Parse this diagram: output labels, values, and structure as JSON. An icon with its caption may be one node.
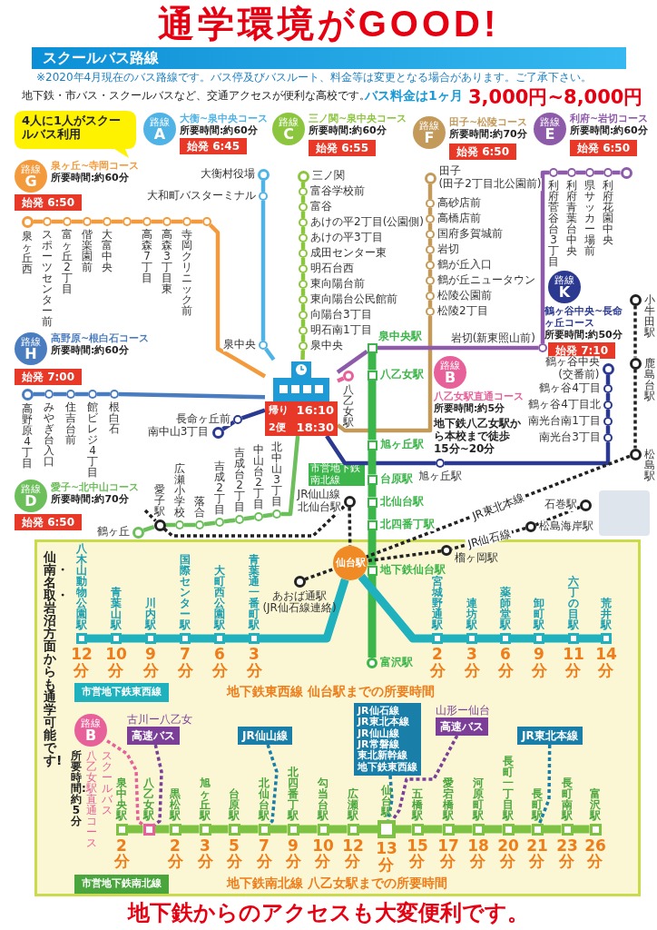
{
  "diagram": {
    "title": "通学環境がGOOD!",
    "caption": "地下鉄からのアクセスも大変便利です。",
    "nodes": [
      {
        "text": [
          "4人に1人がスクールバス利用"
        ]
      },
      {
        "text": [
          "路線",
          "G"
        ],
        "beside": [
          "泉ヶ丘~寺岡コース",
          "所要時間:約60分",
          "始発 6:50"
        ]
      },
      {
        "text": [
          "路線",
          "A"
        ],
        "beside": [
          "大衡~泉中央コース",
          "所要時間:約60分",
          "始発 6:45"
        ]
      },
      {
        "text": [
          "路線",
          "C"
        ],
        "beside": [
          "三ノ関~泉中央コース",
          "所要時間:約60分",
          "始発 6:55"
        ]
      },
      {
        "text": [
          "路線",
          "F"
        ],
        "beside": [
          "田子~松陵コース",
          "所要時間:約70分",
          "始発 6:50"
        ]
      },
      {
        "text": [
          "路線",
          "E"
        ],
        "beside": [
          "利府~岩切コース",
          "所要時間:約60分",
          "始発 6:50"
        ]
      },
      {
        "text": [
          "路線",
          "H"
        ],
        "beside": [
          "高野原~根白石コース",
          "所要時間:約60分",
          "始発 7:00"
        ]
      },
      {
        "text": [
          "路線",
          "K"
        ],
        "beside": [
          "鶴ヶ谷中央~長命ヶ丘コース",
          "所要時間:約50分",
          "始発 7:10"
        ]
      },
      {
        "text": [
          "路線",
          "D"
        ],
        "beside": [
          "愛子~北中山コース",
          "所要時間:約70分",
          "始発 6:50"
        ]
      },
      {
        "text": [
          "路線",
          "B"
        ],
        "beside": [
          "八乙女駅直通コース",
          "所要時間:約5分"
        ]
      },
      {
        "text": [
          "帰り",
          "2便",
          "16:10",
          "18:30"
        ]
      },
      {
        "text": [],
        "shape": "circle",
        "beside": [
          "泉ヶ丘西"
        ]
      },
      {
        "text": [],
        "shape": "circle",
        "beside": [
          "スポーツセンター前"
        ]
      },
      {
        "text": [],
        "shape": "circle",
        "beside": [
          "富ヶ丘2丁目"
        ]
      },
      {
        "text": [],
        "shape": "circle",
        "beside": [
          "偕楽園前"
        ]
      },
      {
        "text": [],
        "shape": "circle",
        "beside": [
          "大富中央"
        ]
      },
      {
        "text": [],
        "shape": "circle"
      },
      {
        "text": [],
        "shape": "circle",
        "beside": [
          "高森7丁目"
        ]
      },
      {
        "text": [],
        "shape": "circle",
        "beside": [
          "高森3丁目東"
        ]
      },
      {
        "text": [],
        "shape": "circle",
        "beside": [
          "寺岡クリニック前"
        ]
      },
      {
        "text": [],
        "shape": "circle"
      },
      {
        "text": [],
        "shape": "circle",
        "beside": [
          "大衡村役場"
        ]
      },
      {
        "text": [],
        "shape": "circle",
        "beside": [
          "大和町バスターミナル"
        ]
      },
      {
        "text": [],
        "shape": "circle",
        "beside": [
          "泉中央"
        ]
      },
      {
        "text": [],
        "shape": "circle",
        "beside": [
          "三ノ関"
        ]
      },
      {
        "text": [],
        "shape": "circle",
        "beside": [
          "富谷学校前"
        ]
      },
      {
        "text": [],
        "shape": "circle",
        "beside": [
          "富谷"
        ]
      },
      {
        "text": [],
        "shape": "circle",
        "beside": [
          "あけの平2丁目(公園側)"
        ]
      },
      {
        "text": [],
        "shape": "circle",
        "beside": [
          "あけの平3丁目"
        ]
      },
      {
        "text": [],
        "shape": "circle",
        "beside": [
          "成田センター東"
        ]
      },
      {
        "text": [],
        "shape": "circle",
        "beside": [
          "明石台西"
        ]
      },
      {
        "text": [],
        "shape": "circle",
        "beside": [
          "東向陽台前"
        ]
      },
      {
        "text": [],
        "shape": "circle",
        "beside": [
          "東向陽台公民館前"
        ]
      },
      {
        "text": [],
        "shape": "circle",
        "beside": [
          "向陽台3丁目"
        ]
      },
      {
        "text": [],
        "shape": "circle",
        "beside": [
          "明石南1丁目"
        ]
      },
      {
        "text": [],
        "shape": "circle",
        "beside": [
          "泉中央"
        ]
      },
      {
        "text": [],
        "shape": "circle",
        "beside": [
          "田子",
          "(田子2丁目北公園前)"
        ]
      },
      {
        "text": [],
        "shape": "circle",
        "beside": [
          "高砂店前"
        ]
      },
      {
        "text": [],
        "shape": "circle",
        "beside": [
          "高橋店前"
        ]
      },
      {
        "text": [],
        "shape": "circle",
        "beside": [
          "国府多賀城前"
        ]
      },
      {
        "text": [],
        "shape": "circle",
        "beside": [
          "岩切"
        ]
      },
      {
        "text": [],
        "shape": "circle",
        "beside": [
          "鶴が丘入口"
        ]
      },
      {
        "text": [],
        "shape": "circle",
        "beside": [
          "鶴が丘ニュータウン"
        ]
      },
      {
        "text": [],
        "shape": "circle",
        "beside": [
          "松陵公園前"
        ]
      },
      {
        "text": [],
        "shape": "circle",
        "beside": [
          "松陵2丁目"
        ]
      },
      {
        "text": [],
        "shape": "circle"
      },
      {
        "text": [],
        "shape": "circle",
        "beside": [
          "利府花園中央"
        ]
      },
      {
        "text": [],
        "shape": "circle",
        "beside": [
          "県サッカー場前"
        ]
      },
      {
        "text": [],
        "shape": "circle",
        "beside": [
          "利府青葉台中央"
        ]
      },
      {
        "text": [],
        "shape": "circle",
        "beside": [
          "利府菅谷台3丁目"
        ]
      },
      {
        "text": [],
        "shape": "circle",
        "beside": [
          "岩切(新東照山前)"
        ]
      },
      {
        "text": [],
        "shape": "circle",
        "beside": [
          "高野原4丁目"
        ]
      },
      {
        "text": [],
        "shape": "circle",
        "beside": [
          "みやぎ台入口"
        ]
      },
      {
        "text": [],
        "shape": "circle",
        "beside": [
          "住吉台前"
        ]
      },
      {
        "text": [],
        "shape": "circle",
        "beside": [
          "館ビレジ4丁目"
        ]
      },
      {
        "text": [],
        "shape": "circle",
        "beside": [
          "根白石"
        ]
      },
      {
        "text": [],
        "shape": "circle",
        "beside": [
          "鶴ヶ谷中央",
          "(交番前)"
        ]
      },
      {
        "text": [],
        "shape": "circle",
        "beside": [
          "鶴ヶ谷4丁目"
        ]
      },
      {
        "text": [],
        "shape": "circle",
        "beside": [
          "鶴ヶ谷4丁目北"
        ]
      },
      {
        "text": [],
        "shape": "circle",
        "beside": [
          "南光台南1丁目"
        ]
      },
      {
        "text": [],
        "shape": "circle",
        "beside": [
          "南光台3丁目"
        ]
      },
      {
        "text": [],
        "shape": "circle",
        "beside": [
          "旭ヶ丘駅"
        ]
      },
      {
        "text": [],
        "shape": "circle",
        "beside": [
          "長命ヶ丘前"
        ]
      },
      {
        "text": [],
        "shape": "circle",
        "beside": [
          "南中山3丁目"
        ]
      },
      {
        "text": [],
        "shape": "circle",
        "beside": [
          "鶴ヶ丘"
        ]
      },
      {
        "text": [],
        "shape": "circle",
        "beside": [
          "愛子駅"
        ]
      },
      {
        "text": [],
        "shape": "circle",
        "beside": [
          "広瀬小学校"
        ]
      },
      {
        "text": [],
        "shape": "circle",
        "beside": [
          "落合"
        ]
      },
      {
        "text": [],
        "shape": "circle",
        "beside": [
          "吉成2丁目"
        ]
      },
      {
        "text": [],
        "shape": "circle",
        "beside": [
          "吉成台2丁目"
        ]
      },
      {
        "text": [],
        "shape": "circle",
        "beside": [
          "中山台2丁目"
        ]
      },
      {
        "text": [],
        "shape": "circle",
        "beside": [
          "北中山3丁目"
        ]
      },
      {
        "text": [],
        "shape": "circle",
        "beside": [
          "八乙女駅"
        ]
      },
      {
        "text": [],
        "shape": "box",
        "beside": [
          "泉中央駅"
        ]
      },
      {
        "text": [],
        "shape": "box",
        "beside": [
          "八乙女駅"
        ]
      },
      {
        "text": [],
        "shape": "box",
        "beside": [
          "旭ヶ丘駅"
        ]
      },
      {
        "text": [],
        "shape": "box",
        "beside": [
          "台原駅"
        ]
      },
      {
        "text": [],
        "shape": "box",
        "beside": [
          "北仙台駅"
        ]
      },
      {
        "text": [],
        "shape": "box",
        "beside": [
          "北四番丁駅"
        ]
      },
      {
        "text": [],
        "shape": "box",
        "beside": [
          "地下鉄仙台駅"
        ]
      },
      {
        "text": [],
        "shape": "circle",
        "beside": [
          "富沢駅"
        ]
      },
      {
        "text": [
          "仙台駅"
        ]
      },
      {
        "text": [],
        "shape": "circle",
        "beside": [
          "JR仙山線",
          "北仙台駅"
        ]
      },
      {
        "text": [],
        "shape": "circle",
        "beside": [
          "小牛田駅"
        ]
      },
      {
        "text": [],
        "shape": "circle",
        "beside": [
          "鹿島台駅"
        ]
      },
      {
        "text": [],
        "shape": "circle",
        "beside": [
          "松島駅"
        ]
      },
      {
        "text": [],
        "shape": "circle",
        "beside": [
          "石巻駅"
        ]
      },
      {
        "text": [],
        "shape": "circle",
        "beside": [
          "松島海岸駅"
        ]
      },
      {
        "text": [],
        "shape": "circle",
        "beside": [
          "榴ヶ岡駅"
        ]
      },
      {
        "text": [],
        "shape": "circle",
        "beside": [
          "あおば通駅",
          "(JR仙石線連絡)"
        ]
      },
      {
        "text": [],
        "shape": "box",
        "beside": [
          "八木山動物公園駅",
          "12分"
        ]
      },
      {
        "text": [],
        "shape": "box",
        "beside": [
          "青葉山駅",
          "10分"
        ]
      },
      {
        "text": [],
        "shape": "box",
        "beside": [
          "川内駅",
          "9分"
        ]
      },
      {
        "text": [],
        "shape": "box",
        "beside": [
          "国際センター駅",
          "7分"
        ]
      },
      {
        "text": [],
        "shape": "box",
        "beside": [
          "大町西公園駅",
          "6分"
        ]
      },
      {
        "text": [],
        "shape": "box",
        "beside": [
          "青葉通一番町駅",
          "3分"
        ]
      },
      {
        "text": [],
        "shape": "box",
        "beside": [
          "宮城野通駅",
          "2分"
        ]
      },
      {
        "text": [],
        "shape": "box",
        "beside": [
          "連坊駅",
          "3分"
        ]
      },
      {
        "text": [],
        "shape": "box",
        "beside": [
          "薬師堂駅",
          "6分"
        ]
      },
      {
        "text": [],
        "shape": "box",
        "beside": [
          "卸町駅",
          "9分"
        ]
      },
      {
        "text": [],
        "shape": "box",
        "beside": [
          "六丁の目駅",
          "11分"
        ]
      },
      {
        "text": [],
        "shape": "box",
        "beside": [
          "荒井駅",
          "14分"
        ]
      },
      {
        "text": [],
        "shape": "box",
        "beside": [
          "泉中央駅",
          "2分"
        ]
      },
      {
        "text": [],
        "shape": "box",
        "beside": [
          "八乙女駅"
        ]
      },
      {
        "text": [],
        "shape": "box",
        "beside": [
          "黒松駅",
          "2分"
        ]
      },
      {
        "text": [],
        "shape": "box",
        "beside": [
          "旭ヶ丘駅",
          "3分"
        ]
      },
      {
        "text": [],
        "shape": "box",
        "beside": [
          "台原駅",
          "5分"
        ]
      },
      {
        "text": [],
        "shape": "box",
        "beside": [
          "北仙台駅",
          "7分"
        ]
      },
      {
        "text": [],
        "shape": "box",
        "beside": [
          "北四番丁駅",
          "9分"
        ]
      },
      {
        "text": [],
        "shape": "box",
        "beside": [
          "勾当台駅",
          "10分"
        ]
      },
      {
        "text": [],
        "shape": "box",
        "beside": [
          "広瀬駅",
          "12分"
        ]
      },
      {
        "text": [],
        "shape": "box",
        "beside": [
          "仙台駅",
          "13分"
        ]
      },
      {
        "text": [],
        "shape": "box",
        "beside": [
          "五橋駅",
          "15分"
        ]
      },
      {
        "text": [],
        "shape": "box",
        "beside": [
          "愛宕橋駅",
          "17分"
        ]
      },
      {
        "text": [],
        "shape": "box",
        "beside": [
          "河原町駅",
          "18分"
        ]
      },
      {
        "text": [],
        "shape": "box",
        "beside": [
          "長町一丁目駅",
          "20分"
        ]
      },
      {
        "text": [],
        "shape": "box",
        "beside": [
          "長町駅",
          "21分"
        ]
      },
      {
        "text": [],
        "shape": "box",
        "beside": [
          "長町南駅",
          "23分"
        ]
      },
      {
        "text": [],
        "shape": "box",
        "beside": [
          "富沢駅",
          "26分"
        ]
      },
      {
        "text": [
          "路線",
          "B"
        ],
        "beside": [
          "スクールバス",
          "八乙女駅直通コース",
          "所要時間:約5分"
        ]
      },
      {
        "text": [
          "高速バス"
        ],
        "beside": [
          "古川ー八乙女"
        ]
      },
      {
        "text": [
          "JR仙山線"
        ]
      },
      {
        "text": [
          "JR仙石線",
          "JR東北本線",
          "JR仙山線",
          "JR常磐線",
          "東北新幹線",
          "地下鉄東西線"
        ]
      },
      {
        "text": [
          "高速バス"
        ],
        "beside": [
          "山形ー仙台"
        ]
      },
      {
        "text": [
          "JR東北本線"
        ]
      }
    ],
    "edges": [
      {
        "from": 11,
        "to": 12,
        "arrow": "none",
        "color": "#f39a3c"
      },
      {
        "from": 12,
        "to": 13,
        "arrow": "none",
        "color": "#f39a3c"
      },
      {
        "from": 13,
        "to": 14,
        "arrow": "none",
        "color": "#f39a3c"
      },
      {
        "from": 14,
        "to": 15,
        "arrow": "none",
        "color": "#f39a3c"
      },
      {
        "from": 15,
        "to": 16,
        "arrow": "none",
        "color": "#f39a3c"
      },
      {
        "from": 16,
        "to": 17,
        "arrow": "none",
        "color": "#f39a3c"
      },
      {
        "from": 17,
        "to": 18,
        "arrow": "none",
        "color": "#f39a3c"
      },
      {
        "from": 18,
        "to": 19,
        "arrow": "none",
        "color": "#f39a3c"
      },
      {
        "from": 19,
        "to": 20,
        "arrow": "none",
        "color": "#f39a3c"
      },
      {
        "from": 20,
        "to": 10,
        "arrow": "none",
        "color": "#f39a3c"
      },
      {
        "from": 21,
        "to": 22,
        "arrow": "none",
        "color": "#4fb3e6"
      },
      {
        "from": 22,
        "to": 23,
        "arrow": "none",
        "color": "#4fb3e6"
      },
      {
        "from": 23,
        "to": 10,
        "arrow": "none",
        "color": "#4fb3e6"
      },
      {
        "from": 24,
        "to": 25,
        "arrow": "none",
        "color": "#8cc63f"
      },
      {
        "from": 25,
        "to": 26,
        "arrow": "none",
        "color": "#8cc63f"
      },
      {
        "from": 26,
        "to": 27,
        "arrow": "none",
        "color": "#8cc63f"
      },
      {
        "from": 27,
        "to": 28,
        "arrow": "none",
        "color": "#8cc63f"
      },
      {
        "from": 28,
        "to": 29,
        "arrow": "none",
        "color": "#8cc63f"
      },
      {
        "from": 29,
        "to": 30,
        "arrow": "none",
        "color": "#8cc63f"
      },
      {
        "from": 30,
        "to": 31,
        "arrow": "none",
        "color": "#8cc63f"
      },
      {
        "from": 31,
        "to": 32,
        "arrow": "none",
        "color": "#8cc63f"
      },
      {
        "from": 32,
        "to": 33,
        "arrow": "none",
        "color": "#8cc63f"
      },
      {
        "from": 33,
        "to": 34,
        "arrow": "none",
        "color": "#8cc63f"
      },
      {
        "from": 34,
        "to": 35,
        "arrow": "none",
        "color": "#8cc63f"
      },
      {
        "from": 35,
        "to": 10,
        "arrow": "none",
        "color": "#8cc63f"
      },
      {
        "from": 36,
        "to": 37,
        "arrow": "none",
        "color": "#c49a5a"
      },
      {
        "from": 37,
        "to": 38,
        "arrow": "none",
        "color": "#c49a5a"
      },
      {
        "from": 38,
        "to": 39,
        "arrow": "none",
        "color": "#c49a5a"
      },
      {
        "from": 39,
        "to": 40,
        "arrow": "none",
        "color": "#c49a5a"
      },
      {
        "from": 40,
        "to": 41,
        "arrow": "none",
        "color": "#c49a5a"
      },
      {
        "from": 41,
        "to": 42,
        "arrow": "none",
        "color": "#c49a5a"
      },
      {
        "from": 42,
        "to": 43,
        "arrow": "none",
        "color": "#c49a5a"
      },
      {
        "from": 43,
        "to": 44,
        "arrow": "none",
        "color": "#c49a5a"
      },
      {
        "from": 44,
        "to": 10,
        "arrow": "none",
        "color": "#c49a5a"
      },
      {
        "from": 45,
        "to": 46,
        "arrow": "none",
        "color": "#8e5bab"
      },
      {
        "from": 46,
        "to": 47,
        "arrow": "none",
        "color": "#8e5bab"
      },
      {
        "from": 47,
        "to": 48,
        "arrow": "none",
        "color": "#8e5bab"
      },
      {
        "from": 48,
        "to": 49,
        "arrow": "none",
        "color": "#8e5bab"
      },
      {
        "from": 49,
        "to": 50,
        "arrow": "none",
        "color": "#8e5bab"
      },
      {
        "from": 50,
        "to": 73,
        "arrow": "none",
        "color": "#8e5bab"
      },
      {
        "from": 73,
        "to": 10,
        "arrow": "none",
        "color": "#8e5bab"
      },
      {
        "from": 51,
        "to": 52,
        "arrow": "none",
        "color": "#4a7dc0"
      },
      {
        "from": 52,
        "to": 53,
        "arrow": "none",
        "color": "#4a7dc0"
      },
      {
        "from": 53,
        "to": 54,
        "arrow": "none",
        "color": "#4a7dc0"
      },
      {
        "from": 54,
        "to": 55,
        "arrow": "none",
        "color": "#4a7dc0"
      },
      {
        "from": 55,
        "to": 10,
        "arrow": "none",
        "color": "#4a7dc0"
      },
      {
        "from": 56,
        "to": 57,
        "arrow": "none",
        "color": "#2b3990"
      },
      {
        "from": 57,
        "to": 58,
        "arrow": "none",
        "color": "#2b3990"
      },
      {
        "from": 58,
        "to": 59,
        "arrow": "none",
        "color": "#2b3990"
      },
      {
        "from": 59,
        "to": 60,
        "arrow": "none",
        "color": "#2b3990"
      },
      {
        "from": 60,
        "to": 61,
        "arrow": "none",
        "color": "#2b3990"
      },
      {
        "from": 61,
        "to": 10,
        "arrow": "none",
        "color": "#2b3990"
      },
      {
        "from": 10,
        "to": 62,
        "arrow": "none",
        "color": "#2b3990"
      },
      {
        "from": 62,
        "to": 63,
        "arrow": "none",
        "color": "#2b3990"
      },
      {
        "from": 64,
        "to": 65,
        "arrow": "none",
        "color": "#6cbf5a"
      },
      {
        "from": 65,
        "to": 66,
        "arrow": "none",
        "color": "#6cbf5a"
      },
      {
        "from": 66,
        "to": 67,
        "arrow": "none",
        "color": "#6cbf5a"
      },
      {
        "from": 67,
        "to": 68,
        "arrow": "none",
        "color": "#6cbf5a"
      },
      {
        "from": 68,
        "to": 69,
        "arrow": "none",
        "color": "#6cbf5a"
      },
      {
        "from": 69,
        "to": 70,
        "arrow": "none",
        "color": "#6cbf5a"
      },
      {
        "from": 70,
        "to": 71,
        "arrow": "none",
        "color": "#6cbf5a"
      },
      {
        "from": 71,
        "to": 10,
        "arrow": "none",
        "color": "#6cbf5a"
      },
      {
        "from": 72,
        "to": 10,
        "arrow": "none",
        "color": "#e8609a"
      },
      {
        "from": 73,
        "to": 74,
        "arrow": "none",
        "style": "thick",
        "color": "#3cb54a"
      },
      {
        "from": 74,
        "to": 75,
        "arrow": "none",
        "style": "thick",
        "color": "#3cb54a"
      },
      {
        "from": 75,
        "to": 76,
        "arrow": "none",
        "style": "thick",
        "color": "#3cb54a"
      },
      {
        "from": 76,
        "to": 77,
        "arrow": "none",
        "style": "thick",
        "color": "#3cb54a"
      },
      {
        "from": 77,
        "to": 78,
        "arrow": "none",
        "style": "thick",
        "color": "#3cb54a"
      },
      {
        "from": 78,
        "to": 79,
        "arrow": "none",
        "style": "thick",
        "color": "#3cb54a"
      },
      {
        "from": 79,
        "to": 80,
        "arrow": "none",
        "style": "thick",
        "color": "#3cb54a"
      },
      {
        "from": null,
        "to": 65,
        "arrow": "none",
        "style": "dashed",
        "color": "#222222"
      },
      {
        "from": 65,
        "to": 82,
        "arrow": "none",
        "style": "dashed",
        "color": "#222222"
      },
      {
        "from": 82,
        "to": 81,
        "arrow": "none",
        "style": "dashed",
        "color": "#222222"
      },
      {
        "from": 83,
        "to": 84,
        "arrow": "none",
        "style": "dashed",
        "color": "#222222"
      },
      {
        "from": 84,
        "to": 85,
        "arrow": "none",
        "style": "dashed",
        "color": "#222222"
      },
      {
        "from": 85,
        "to": 81,
        "arrow": "none",
        "style": "dashed",
        "color": "#222222",
        "label": "JR東北本線"
      },
      {
        "from": 86,
        "to": 87,
        "arrow": "none",
        "style": "dashed",
        "color": "#222222"
      },
      {
        "from": 87,
        "to": 88,
        "arrow": "none",
        "style": "dashed",
        "color": "#222222",
        "label": "JR仙石線"
      },
      {
        "from": 88,
        "to": 81,
        "arrow": "none",
        "style": "dashed",
        "color": "#222222"
      },
      {
        "from": 89,
        "to": 81,
        "arrow": "none",
        "style": "dashed",
        "color": "#222222"
      },
      {
        "from": 90,
        "to": 91,
        "arrow": "none",
        "style": "thick",
        "color": "#1fb1bd"
      },
      {
        "from": 91,
        "to": 92,
        "arrow": "none",
        "style": "thick",
        "color": "#1fb1bd"
      },
      {
        "from": 92,
        "to": 93,
        "arrow": "none",
        "style": "thick",
        "color": "#1fb1bd"
      },
      {
        "from": 93,
        "to": 94,
        "arrow": "none",
        "style": "thick",
        "color": "#1fb1bd"
      },
      {
        "from": 94,
        "to": 95,
        "arrow": "none",
        "style": "thick",
        "color": "#1fb1bd"
      },
      {
        "from": 95,
        "to": 81,
        "arrow": "none",
        "style": "thick",
        "color": "#1fb1bd"
      },
      {
        "from": 81,
        "to": 96,
        "arrow": "none",
        "style": "thick",
        "color": "#1fb1bd"
      },
      {
        "from": 96,
        "to": 97,
        "arrow": "none",
        "style": "thick",
        "color": "#1fb1bd"
      },
      {
        "from": 97,
        "to": 98,
        "arrow": "none",
        "style": "thick",
        "color": "#1fb1bd"
      },
      {
        "from": 98,
        "to": 99,
        "arrow": "none",
        "style": "thick",
        "color": "#1fb1bd"
      },
      {
        "from": 99,
        "to": 100,
        "arrow": "none",
        "style": "thick",
        "color": "#1fb1bd"
      },
      {
        "from": 100,
        "to": 101,
        "arrow": "none",
        "style": "thick",
        "color": "#1fb1bd"
      },
      {
        "from": 102,
        "to": 103,
        "arrow": "none",
        "style": "thick",
        "color": "#7dc242"
      },
      {
        "from": 103,
        "to": 104,
        "arrow": "none",
        "style": "thick",
        "color": "#7dc242"
      },
      {
        "from": 104,
        "to": 105,
        "arrow": "none",
        "style": "thick",
        "color": "#7dc242"
      },
      {
        "from": 105,
        "to": 106,
        "arrow": "none",
        "style": "thick",
        "color": "#7dc242"
      },
      {
        "from": 106,
        "to": 107,
        "arrow": "none",
        "style": "thick",
        "color": "#7dc242"
      },
      {
        "from": 107,
        "to": 108,
        "arrow": "none",
        "style": "thick",
        "color": "#7dc242"
      },
      {
        "from": 108,
        "to": 109,
        "arrow": "none",
        "style": "thick",
        "color": "#7dc242"
      },
      {
        "from": 109,
        "to": 110,
        "arrow": "none",
        "style": "thick",
        "color": "#7dc242"
      },
      {
        "from": 110,
        "to": 111,
        "arrow": "none",
        "style": "thick",
        "color": "#7dc242"
      },
      {
        "from": 111,
        "to": 112,
        "arrow": "none",
        "style": "thick",
        "color": "#7dc242"
      },
      {
        "from": 112,
        "to": 113,
        "arrow": "none",
        "style": "thick",
        "color": "#7dc242"
      },
      {
        "from": 113,
        "to": 114,
        "arrow": "none",
        "style": "thick",
        "color": "#7dc242"
      },
      {
        "from": 114,
        "to": 115,
        "arrow": "none",
        "style": "thick",
        "color": "#7dc242"
      },
      {
        "from": 115,
        "to": 116,
        "arrow": "none",
        "style": "thick",
        "color": "#7dc242"
      },
      {
        "from": 116,
        "to": 117,
        "arrow": "none",
        "style": "thick",
        "color": "#7dc242"
      },
      {
        "from": 117,
        "to": 118,
        "arrow": "none",
        "style": "thick",
        "color": "#7dc242"
      },
      {
        "from": 119,
        "to": 103,
        "arrow": "none",
        "style": "dashed",
        "color": "#e8609a"
      },
      {
        "from": 120,
        "to": 103,
        "arrow": "none",
        "style": "dashed",
        "color": "#7b3f98"
      },
      {
        "from": 121,
        "to": 107,
        "arrow": "none",
        "style": "dashed",
        "color": "#1a7fa8"
      },
      {
        "from": 122,
        "to": 111,
        "arrow": "none",
        "style": "dashed",
        "color": "#1a7fa8"
      },
      {
        "from": 123,
        "to": 111,
        "arrow": "none",
        "style": "dashed",
        "color": "#7b3f98"
      },
      {
        "from": 124,
        "to": 116,
        "arrow": "none",
        "style": "dashed",
        "color": "#1a7fa8"
      }
    ],
    "labels": [
      "スクールバス路線",
      "※2020年4月現在のバス路線です。バス停及びバスルート、料金等は変更となる場合があります。ご了承下さい。",
      "地下鉄・市バス・スクールバスなど、交通アクセスが便利な高校です。",
      "バス料金は1ヶ月",
      "3,000円~8,000円",
      "地下鉄八乙女駅から本校まで徒歩 15分~20分",
      "市営地下鉄南北線",
      "仙南・名取・岩沼方面からも通学可能です!",
      "市営地下鉄東西線",
      "地下鉄東西線 仙台駅までの所要時間",
      "市営地下鉄南北線",
      "地下鉄南北線 八乙女駅までの所要時間"
    ]
  }
}
